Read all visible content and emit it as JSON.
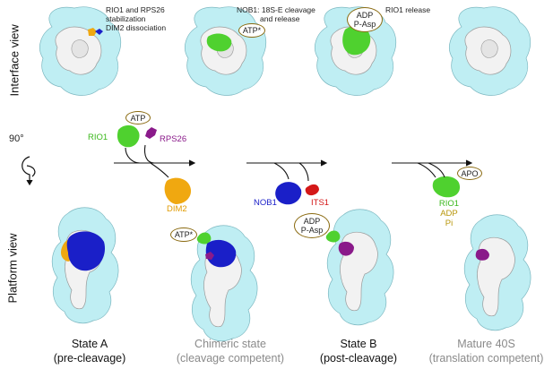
{
  "top_captions": {
    "a_line1": "RIO1 and RPS26",
    "a_line2": "stabilization",
    "a_line3": "DIM2 dissociation",
    "b_line1": "NOB1: 18S-E cleavage",
    "b_line2": "and release",
    "c_line1": "RIO1 release"
  },
  "row_labels": {
    "interface": "Interface view",
    "platform": "Platform view",
    "rotation": "90°"
  },
  "ovals": {
    "atp_free": "ATP",
    "atp_star_top": "ATP*",
    "adp_top_l1": "ADP",
    "adp_top_l2": "P-Asp",
    "atp_star_bottom": "ATP*",
    "adp_bottom_l1": "ADP",
    "adp_bottom_l2": "P-Asp",
    "apo": "APO"
  },
  "proteins": {
    "rio1": "RIO1",
    "rps26": "RPS26",
    "dim2": "DIM2",
    "nob1": "NOB1",
    "its1": "ITS1",
    "rio1_release_l1": "RIO1",
    "rio1_release_l2": "ADP",
    "rio1_release_l3": "Pi"
  },
  "states": [
    {
      "name": "State A",
      "sub": "(pre-cleavage)"
    },
    {
      "name": "Chimeric state",
      "sub": "(cleavage competent)"
    },
    {
      "name": "State B",
      "sub": "(post-cleavage)"
    },
    {
      "name": "Mature 40S",
      "sub": "(translation competent)"
    }
  ],
  "colors": {
    "ribosome_fill": "#bfeef3",
    "ribosome_core": "#f2f2f2",
    "rio1": "#4fd12f",
    "rps26": "#8a1a8a",
    "dim2": "#f0a810",
    "nob1": "#1a1fc8",
    "its1": "#d41818",
    "oval_border": "#8a6a10",
    "state_dark": "#111111",
    "state_grey": "#8a8a8a"
  }
}
